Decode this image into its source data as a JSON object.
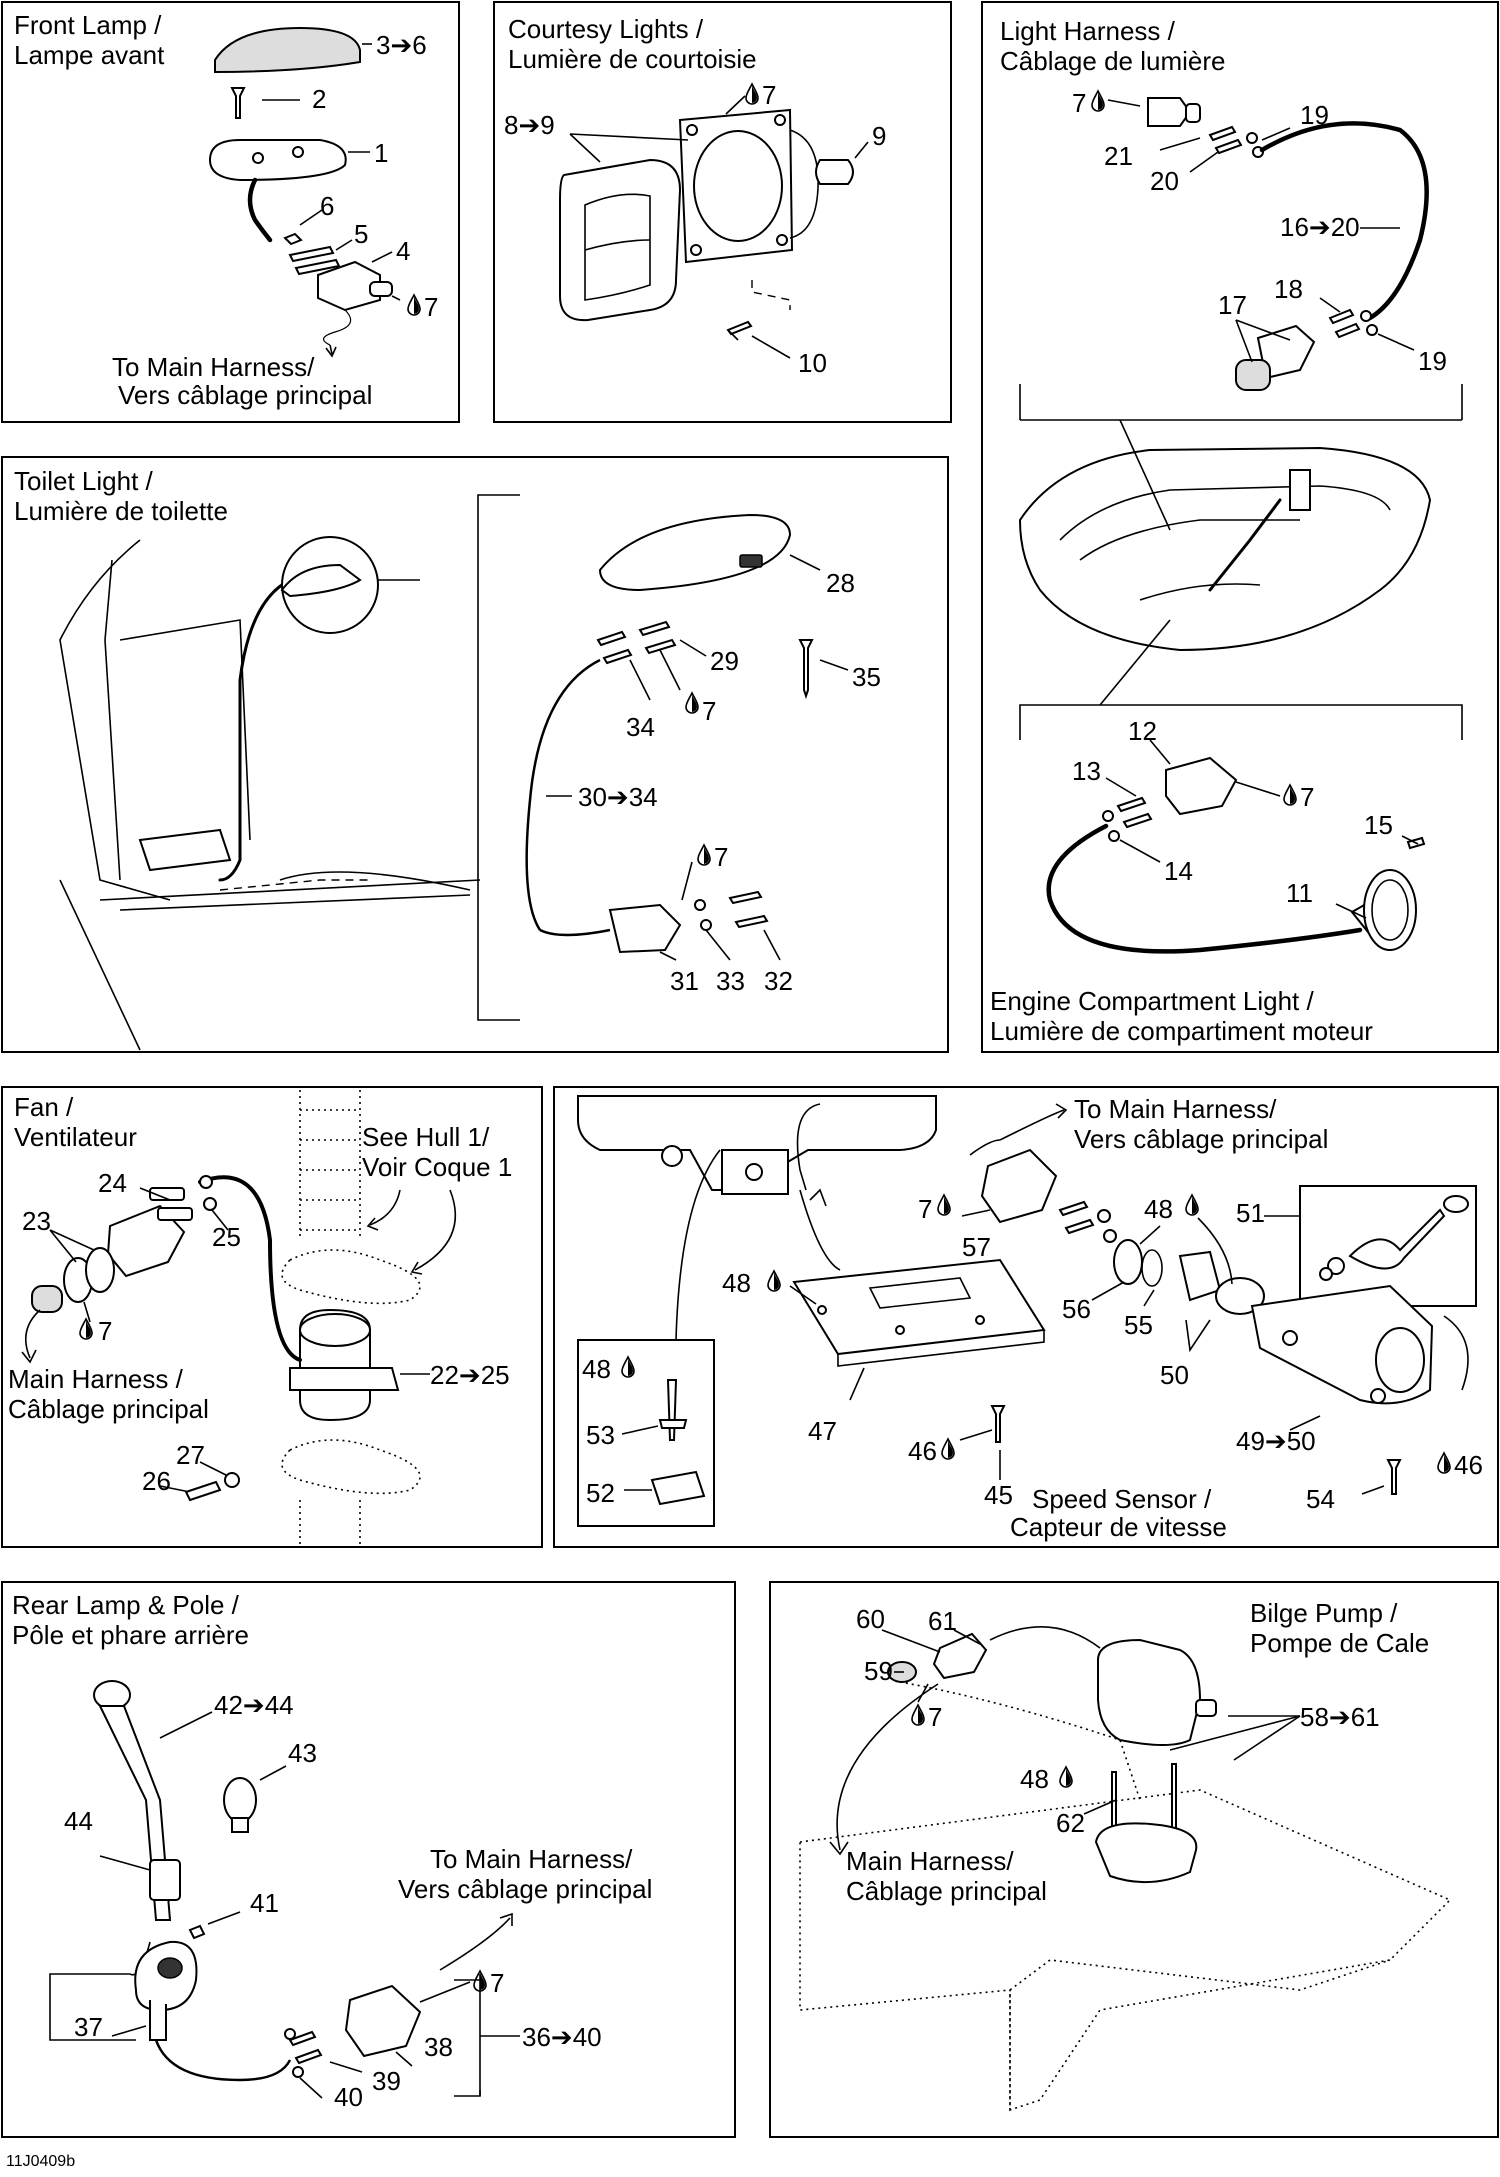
{
  "figure_code": "11J0409b",
  "panels": {
    "front_lamp": {
      "title_en": "Front Lamp /",
      "title_fr": "Lampe avant",
      "note_en": "To Main Harness/",
      "note_fr": "Vers câblage principal"
    },
    "courtesy": {
      "title_en": "Courtesy Lights /",
      "title_fr": "Lumière de courtoisie"
    },
    "light_harness": {
      "title_en": "Light Harness /",
      "title_fr": "Câblage de lumière"
    },
    "toilet": {
      "title_en": "Toilet Light /",
      "title_fr": "Lumière de toilette"
    },
    "engine_comp": {
      "title_en": "Engine Compartment Light /",
      "title_fr": "Lumière de compartiment moteur"
    },
    "fan": {
      "title_en": "Fan /",
      "title_fr": "Ventilateur",
      "note1_en": "See Hull 1/",
      "note1_fr": "Voir Coque 1",
      "note2_en": "Main Harness /",
      "note2_fr": "Câblage principal"
    },
    "speed": {
      "title_en": "Speed Sensor /",
      "title_fr": "Capteur de vitesse",
      "note_en": "To Main Harness/",
      "note_fr": "Vers câblage principal"
    },
    "rear": {
      "title_en": "Rear Lamp & Pole /",
      "title_fr": "Pôle et phare arrière",
      "note_en": "To Main Harness/",
      "note_fr": "Vers câblage principal"
    },
    "bilge": {
      "title_en": "Bilge Pump /",
      "title_fr": "Pompe de Cale",
      "note_en": "Main Harness/",
      "note_fr": "Câblage principal"
    }
  },
  "labels": {
    "p3to6": "3➔6",
    "p2": "2",
    "p1": "1",
    "p6": "6",
    "p5": "5",
    "p4": "4",
    "p7a": "7",
    "p8to9": "8➔9",
    "p7b": "7",
    "p9": "9",
    "p10": "10",
    "p7c": "7",
    "p19a": "19",
    "p21": "21",
    "p20": "20",
    "p16to20": "16➔20",
    "p18": "18",
    "p17": "17",
    "p19b": "19",
    "p28": "28",
    "p29": "29",
    "p35": "35",
    "p34": "34",
    "p7d": "7",
    "p30to34": "30➔34",
    "p7e": "7",
    "p31": "31",
    "p33": "33",
    "p32": "32",
    "p12": "12",
    "p13": "13",
    "p7f": "7",
    "p15": "15",
    "p14": "14",
    "p11": "11",
    "p24": "24",
    "p23": "23",
    "p25": "25",
    "p7g": "7",
    "p22to25": "22➔25",
    "p27": "27",
    "p26": "26",
    "p7h": "7",
    "p57": "57",
    "p48a": "48",
    "p51": "51",
    "p48b": "48",
    "p56": "56",
    "p55": "55",
    "p50": "50",
    "p48c": "48",
    "p53": "53",
    "p52": "52",
    "p47": "47",
    "p46a": "46",
    "p45": "45",
    "p49to50": "49➔50",
    "p54": "54",
    "p46b": "46",
    "p42to44": "42➔44",
    "p43": "43",
    "p44": "44",
    "p41": "41",
    "p7i": "7",
    "p37": "37",
    "p38": "38",
    "p39": "39",
    "p40": "40",
    "p36to40": "36➔40",
    "p60": "60",
    "p61": "61",
    "p59": "59",
    "p7j": "7",
    "p58to61": "58➔61",
    "p48d": "48",
    "p62": "62"
  }
}
